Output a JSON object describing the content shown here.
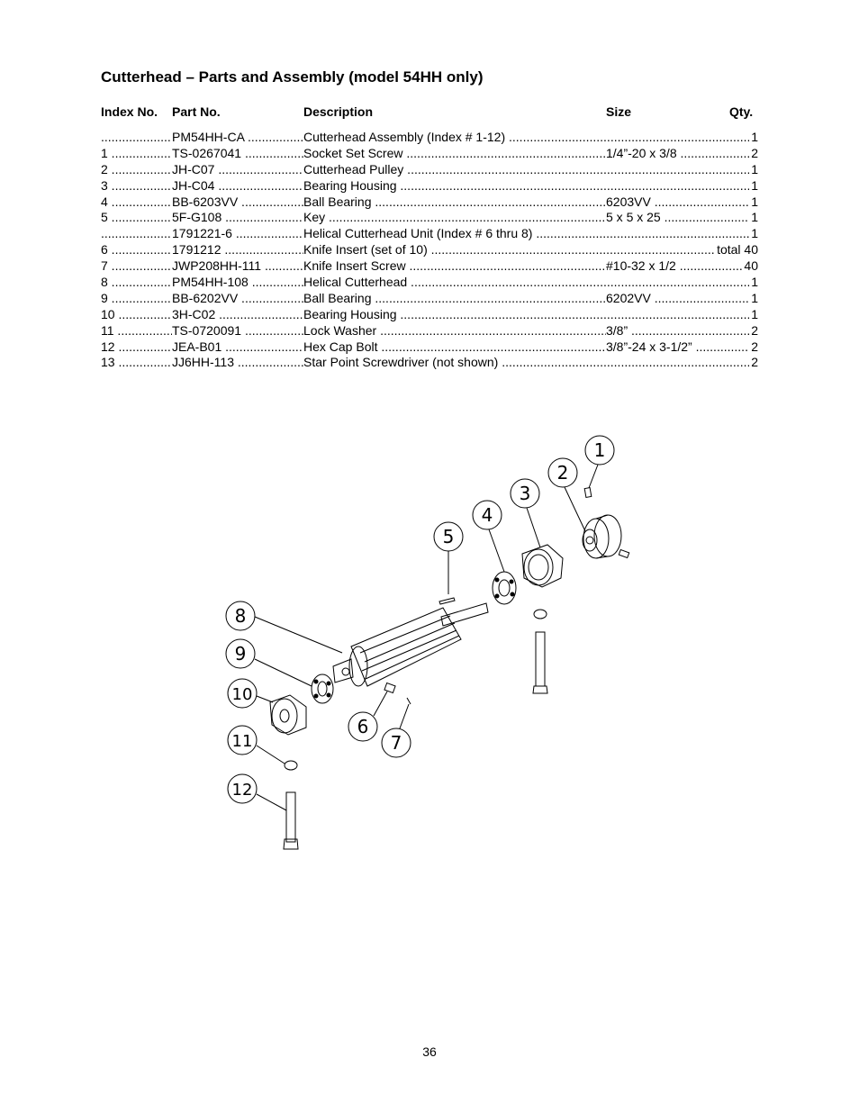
{
  "title": "Cutterhead – Parts and Assembly (model 54HH only)",
  "headers": {
    "index": "Index No.",
    "part": "Part No.",
    "description": "Description",
    "size": "Size",
    "qty": "Qty."
  },
  "rows": [
    {
      "index": "",
      "part": "PM54HH-CA",
      "description": "Cutterhead Assembly (Index # 1-12)",
      "size": "",
      "qty": "1"
    },
    {
      "index": "1",
      "part": "TS-0267041",
      "description": "Socket Set Screw",
      "size": "1/4”-20 x 3/8",
      "qty": "2"
    },
    {
      "index": "2",
      "part": "JH-C07",
      "description": "Cutterhead Pulley",
      "size": "",
      "qty": "1"
    },
    {
      "index": "3",
      "part": "JH-C04",
      "description": "Bearing Housing",
      "size": "",
      "qty": "1"
    },
    {
      "index": "4",
      "part": "BB-6203VV",
      "description": "Ball Bearing",
      "size": "6203VV",
      "qty": "1"
    },
    {
      "index": "5",
      "part": "5F-G108",
      "description": "Key",
      "size": "5 x 5 x 25",
      "qty": "1"
    },
    {
      "index": "",
      "part": "1791221-6",
      "description": "Helical Cutterhead Unit (Index # 6 thru 8)",
      "size": "",
      "qty": "1"
    },
    {
      "index": "6",
      "part": "1791212",
      "description": "Knife Insert (set of 10)",
      "size": "",
      "qty": "total 40"
    },
    {
      "index": "7",
      "part": "JWP208HH-111",
      "description": "Knife Insert Screw",
      "size": "#10-32 x 1/2",
      "qty": "40"
    },
    {
      "index": "8",
      "part": "PM54HH-108",
      "description": "Helical Cutterhead",
      "size": "",
      "qty": "1"
    },
    {
      "index": "9",
      "part": "BB-6202VV",
      "description": "Ball Bearing",
      "size": "6202VV",
      "qty": "1"
    },
    {
      "index": "10",
      "part": "3H-C02",
      "description": "Bearing Housing",
      "size": "",
      "qty": "1"
    },
    {
      "index": "11",
      "part": "TS-0720091",
      "description": "Lock Washer",
      "size": "3/8”",
      "qty": "2"
    },
    {
      "index": "12",
      "part": "JEA-B01",
      "description": "Hex Cap Bolt",
      "size": "3/8”-24 x 3-1/2”",
      "qty": "2"
    },
    {
      "index": "13",
      "part": "JJ6HH-113",
      "description": "Star Point Screwdriver (not shown)",
      "size": "",
      "qty": "2"
    }
  ],
  "diagram_callouts": [
    "1",
    "2",
    "3",
    "4",
    "5",
    "7",
    "8",
    "9",
    "10",
    "11",
    "12",
    "6"
  ],
  "page_number": "36"
}
